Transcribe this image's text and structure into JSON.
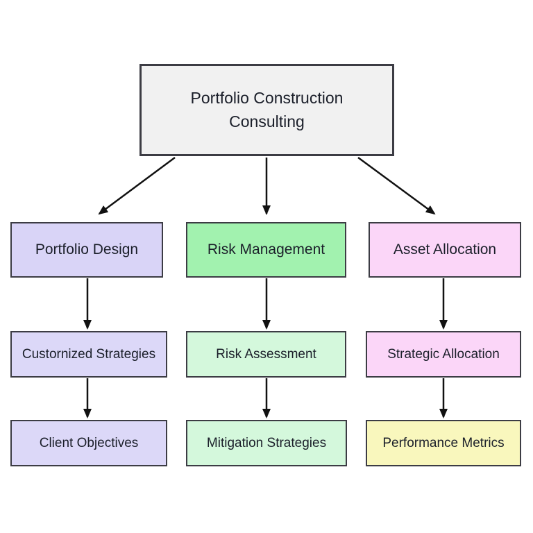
{
  "canvas": {
    "background": "#ffffff",
    "arrow_color": "#111111",
    "text_color": "#1b1f2a",
    "box_border_color": "#3c3c44"
  },
  "diagram": {
    "root": {
      "label": "Portfolio Construction Consulting",
      "bg": "#f1f1f1"
    },
    "columns": [
      {
        "name": "portfolio-design",
        "accent": "#d9d4f7",
        "nodes": [
          {
            "label": "Portfolio Design",
            "bg": "#d9d4f7"
          },
          {
            "label": "Custornized Strategies",
            "bg": "#dcd8f8"
          },
          {
            "label": "Client Objectives",
            "bg": "#dcd8f8"
          }
        ]
      },
      {
        "name": "risk-management",
        "accent": "#a2f2af",
        "nodes": [
          {
            "label": "Risk Management",
            "bg": "#a2f2af"
          },
          {
            "label": "Risk Assessment",
            "bg": "#d4f8dc"
          },
          {
            "label": "Mitigation Strategies",
            "bg": "#d4f8dc"
          }
        ]
      },
      {
        "name": "asset-allocation",
        "accent": "#fbd6f8",
        "nodes": [
          {
            "label": "Asset Allocation",
            "bg": "#fbd6f8"
          },
          {
            "label": "Strategic Allocation",
            "bg": "#fbd6f8"
          },
          {
            "label": "Performance Metrics",
            "bg": "#f9f7bd"
          }
        ]
      }
    ]
  }
}
